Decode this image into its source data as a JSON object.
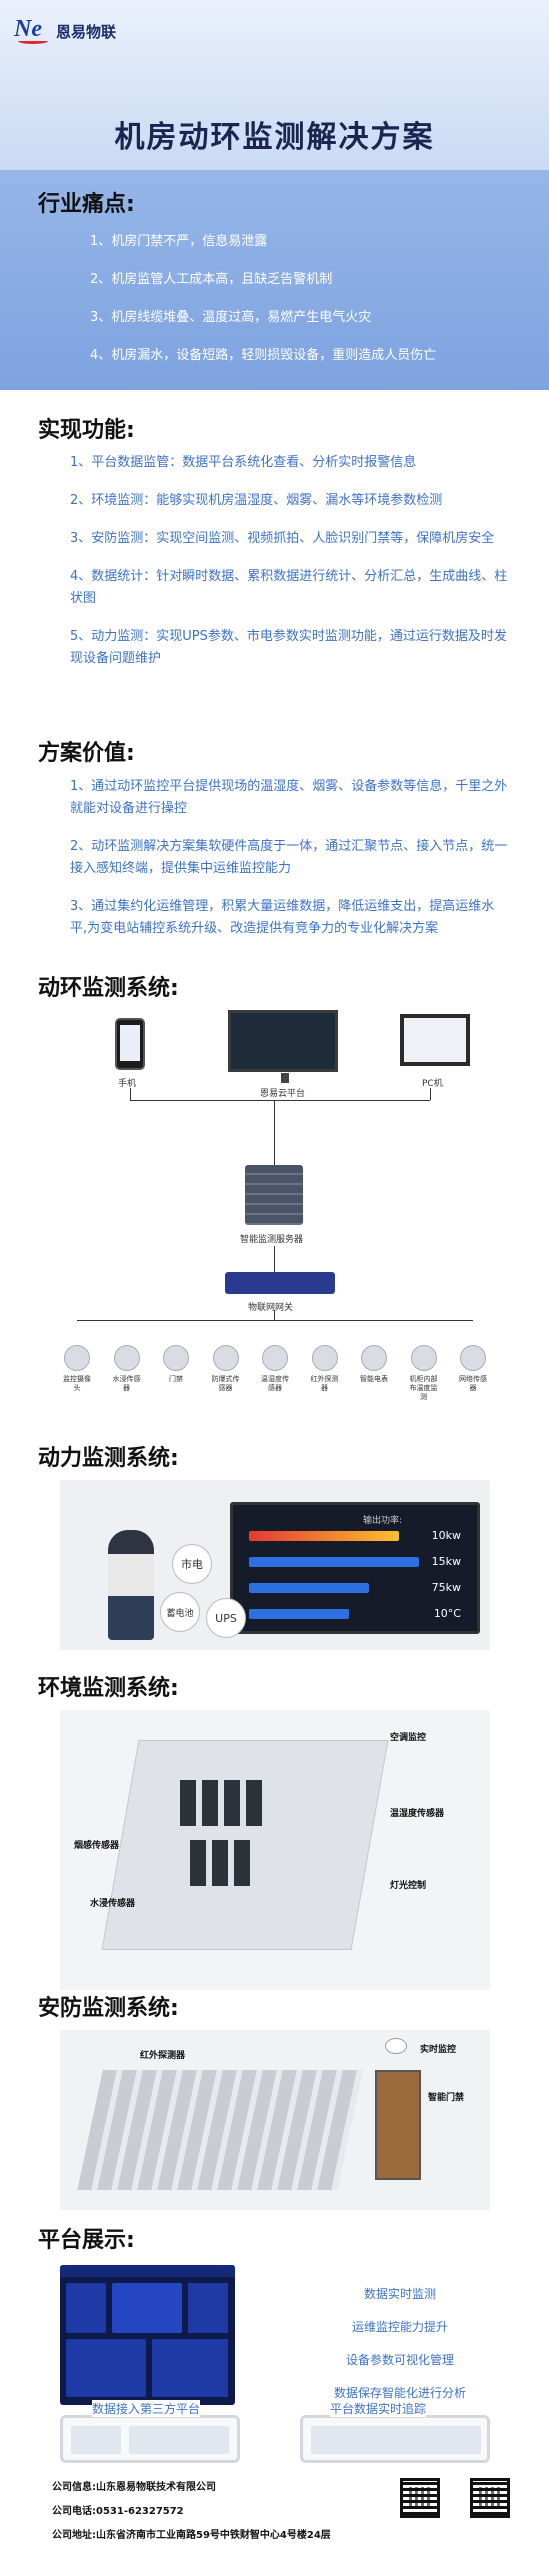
{
  "header": {
    "logo_text": "恩易物联",
    "title": "机房动环监测解决方案"
  },
  "pain_points": {
    "title": "行业痛点:",
    "items": [
      "1、机房门禁不严，信息易泄露",
      "2、机房监管人工成本高，且缺乏告警机制",
      "3、机房线缆堆叠、温度过高，易燃产生电气火灾",
      "4、机房漏水，设备短路，轻则损毁设备，重则造成人员伤亡"
    ]
  },
  "functions": {
    "title": "实现功能:",
    "items": [
      "1、平台数据监管：数据平台系统化查看、分析实时报警信息",
      "2、环境监测：能够实现机房温湿度、烟雾、漏水等环境参数检测",
      "3、安防监测：实现空间监测、视频抓拍、人脸识别门禁等，保障机房安全",
      "4、数据统计：针对瞬时数据、累积数据进行统计、分析汇总，生成曲线、柱状图",
      "5、动力监测：实现UPS参数、市电参数实时监测功能，通过运行数据及时发现设备问题维护"
    ]
  },
  "value": {
    "title": "方案价值:",
    "items": [
      "1、通过动环监控平台提供现场的温湿度、烟雾、设备参数等信息，千里之外就能对设备进行操控",
      "2、动环监测解决方案集软硬件高度于一体，通过汇聚节点、接入节点，统一接入感知终端，提供集中运维监控能力",
      "3、通过集约化运维管理，积累大量运维数据，降低运维支出，提高运维水平,为变电站辅控系统升级、改造提供有竞争力的专业化解决方案"
    ]
  },
  "topology": {
    "title": "动环监测系统:",
    "top_labels": [
      "手机",
      "恩易云平台",
      "PC机"
    ],
    "server_label": "智能监测服务器",
    "gateway_label": "物联网网关",
    "sensors": [
      "监控摄像头",
      "水浸传感器",
      "门禁",
      "防爆式传感器",
      "温湿度传感器",
      "红外探测器",
      "智能电表",
      "机柜内部布温度监测",
      "网络传感器"
    ]
  },
  "power": {
    "title": "动力监测系统:",
    "screen_header": "输出功率:",
    "readings": [
      "10kw",
      "15kw",
      "75kw",
      "10°C"
    ],
    "bubbles": [
      "市电",
      "蓄电池",
      "UPS"
    ]
  },
  "environment": {
    "title": "环境监测系统:",
    "tags": [
      "空调监控",
      "温湿度传感器",
      "烟感传感器",
      "水浸传感器",
      "灯光控制"
    ]
  },
  "security": {
    "title": "安防监测系统:",
    "tags": [
      "红外探测器",
      "实时监控",
      "智能门禁"
    ]
  },
  "platform": {
    "title": "平台展示:",
    "features": [
      "数据实时监测",
      "运维监控能力提升",
      "设备参数可视化管理",
      "数据保存智能化进行分析"
    ],
    "captions": [
      "数据接入第三方平台",
      "平台数据实时追踪"
    ]
  },
  "footer": {
    "company": "公司信息:山东恩易物联技术有限公司",
    "phone": "公司电话:0531-62327572",
    "address": "公司地址:山东省济南市工业南路59号中铁财智中心4号楼24层"
  },
  "colors": {
    "accent_blue": "#3d72c9",
    "hero_band": "#7ea3e0",
    "title_dark": "#1b2550"
  }
}
